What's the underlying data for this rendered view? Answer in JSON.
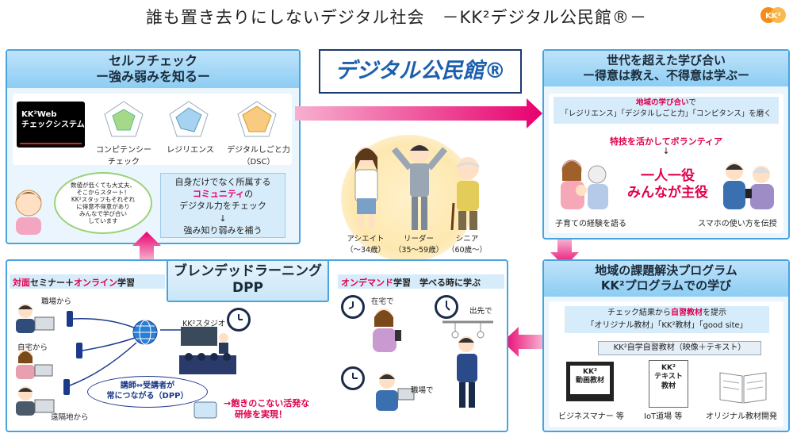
{
  "title": "誰も置き去りにしないデジタル社会　－KK²デジタル公民館®－",
  "logo_text": "KK²",
  "banner": "デジタル公民館®",
  "self_check": {
    "heading1": "セルフチェック",
    "heading2": "ー強み弱みを知るー",
    "system_label1": "KK²Web",
    "system_label2": "チェックシステム",
    "radar1": "コンピテンシー\nチェック",
    "radar2": "レジリエンス",
    "radar3": "デジタルしごと力\n（DSC）",
    "speech": "数値が低くても大丈夫、\nそこからスタート！\nKK²スタッフもそれぞれ\nに得意不得意があり\nみんなで学び合い\nしています",
    "community_line1": "自身だけでなく所属する",
    "community_line2": "コミュニティ",
    "community_line2b": "の",
    "community_line3": "デジタル力をチェック",
    "community_arrow": "↓",
    "community_line4": "強み知り弱みを補う"
  },
  "generations": {
    "heading1": "世代を超えた学び合い",
    "heading2": "ー得意は教え、不得意は学ぶー",
    "line1": "地域の学び合い",
    "line1b": "で",
    "line2": "「レジリエンス」「デジタルしごと力」「コンピタンス」を磨く",
    "line3": "特技を活かしてボランティア",
    "arrow": "↓",
    "line4": "一人一役",
    "line5": "みんなが主役",
    "caption_left": "子育ての経験を語る",
    "caption_right": "スマホの使い方を伝授"
  },
  "people": [
    {
      "label": "アシエイト",
      "age": "（～34歳）"
    },
    {
      "label": "リーダー",
      "age": "（35～59歳）"
    },
    {
      "label": "シニア",
      "age": "（60歳～）"
    }
  ],
  "blended": {
    "dpp1": "ブレンデッドラーニング",
    "dpp2": "DPP",
    "seminar_a": "対面",
    "seminar_b": "セミナー＋",
    "seminar_c": "オンライン",
    "seminar_d": "学習",
    "from_work": "職場から",
    "from_home": "自宅から",
    "from_remote": "遠隔地から",
    "studio": "KK²スタジオ",
    "dpp_caption1": "講師⇔受講者が",
    "dpp_caption2": "常につながる（DPP）",
    "result1": "→飽きのこない活発な",
    "result2": "研修を実現！",
    "ondemand_a": "オンデマンド",
    "ondemand_b": "学習　学べる時に学ぶ",
    "at_home": "在宅で",
    "on_commute": "出先で",
    "at_work": "職場で"
  },
  "program": {
    "heading1": "地域の課題解決プログラム",
    "heading2": "KK²プログラムでの学び",
    "line1a": "チェック結果から",
    "line1b": "自習教材",
    "line1c": "を提示",
    "line2": "「オリジナル教材」「KK²教材」「good site」",
    "materials": "KK²自学自習教材（映像＋テキスト）",
    "video1": "KK²",
    "video2": "動画教材",
    "text1": "KK²",
    "text2": "テキスト",
    "text3": "教材",
    "cap1": "ビジネスマナー 等",
    "cap2": "IoT道場 等",
    "cap3": "オリジナル教材開発"
  },
  "colors": {
    "accent_blue": "#4aa3df",
    "arrow_pink": "#e8006e",
    "panel_bg": "#eaf5fd"
  }
}
